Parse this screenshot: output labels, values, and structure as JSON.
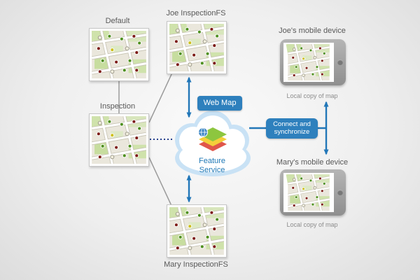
{
  "colors": {
    "accent_blue": "#2277b8",
    "badge_blue": "#2e80bd",
    "label_gray": "#595959",
    "marker_green": "#4e8f1f",
    "marker_red": "#7c1b15",
    "marker_yellow": "#cdbf1e"
  },
  "geodatabase": {
    "default_version_label": "Default",
    "joe_version_label": "Joe InspectionFS",
    "inspection_version_label": "Inspection",
    "mary_version_label": "Mary InspectionFS"
  },
  "service": {
    "web_map_badge": "Web Map",
    "feature_service_label": "Feature Service",
    "connect_badge": "Connect and synchronize"
  },
  "devices": {
    "joe": {
      "label": "Joe's mobile device",
      "caption": "Local copy of map"
    },
    "mary": {
      "label": "Mary's mobile device",
      "caption": "Local copy of map"
    }
  }
}
